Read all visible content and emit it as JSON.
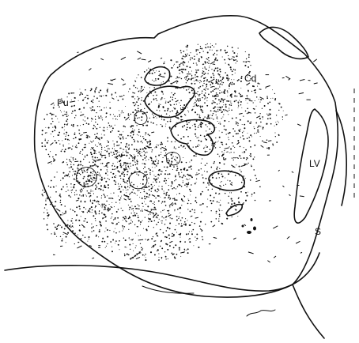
{
  "labels": {
    "putamen": "Pu",
    "caudate": "Cd",
    "lateral_ventricle": "LV",
    "septum": "S"
  },
  "colors": {
    "ink": "#111111",
    "background": "#ffffff"
  }
}
